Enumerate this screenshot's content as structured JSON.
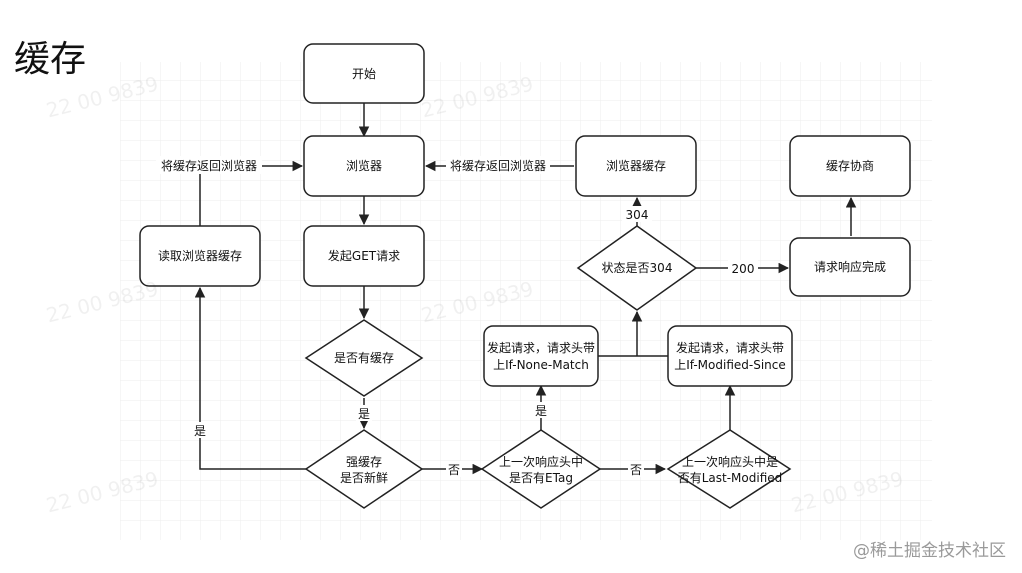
{
  "title": "缓存",
  "watermark": "@稀土掘金技术社区",
  "background_watermark": "22  00 9839",
  "nodes": {
    "start": "开始",
    "browser": "浏览器",
    "get_request": "发起GET请求",
    "has_cache": "是否有缓存",
    "strong_cache": [
      "强缓存",
      "是否新鲜"
    ],
    "read_cache": "读取浏览器缓存",
    "has_etag": [
      "上一次响应头中",
      "是否有ETag"
    ],
    "has_last_modified": [
      "上一次响应头中是",
      "否有Last-Modified"
    ],
    "req_if_none_match": [
      "发起请求，请求头带",
      "上If-None-Match"
    ],
    "req_if_modified_since": [
      "发起请求，请求头带",
      "上If-Modified-Since"
    ],
    "status_304": "状态是否304",
    "browser_cache": "浏览器缓存",
    "response_complete": "请求响应完成",
    "cache_negotiation": "缓存协商"
  },
  "edge_labels": {
    "return_cache_left": "将缓存返回浏览器",
    "return_cache_right": "将缓存返回浏览器",
    "yes_has_cache": "是",
    "yes_fresh": "是",
    "no_fresh": "否",
    "no_etag": "否",
    "yes_etag": "是",
    "code_304": "304",
    "code_200": "200"
  }
}
